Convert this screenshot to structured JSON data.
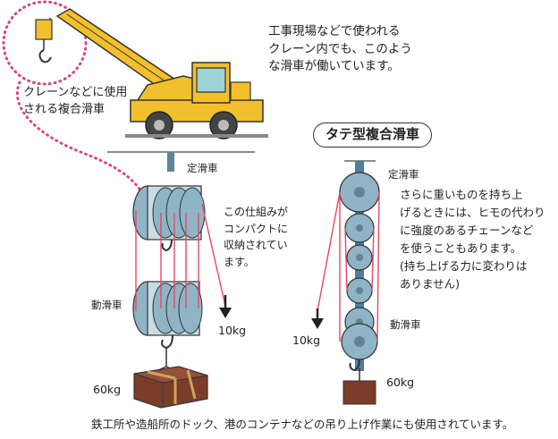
{
  "texts": {
    "top_note": "工事現場などで使われる\nクレーン内でも、このよう\nな滑車が働いています。",
    "crane_note": "クレーンなどに使用\nされる複合滑車",
    "fixed_pulley_left": "定滑車",
    "mechanism_note": "この仕組みが\nコンパクトに\n収納されてい\nます。",
    "moving_pulley_left": "動滑車",
    "weight_10kg_left": "10kg",
    "weight_60kg_left": "60kg",
    "tate_title": "タテ型複合滑車",
    "fixed_pulley_right": "定滑車",
    "heavy_note": "さらに重いものを持ち上\nげるときには、ヒモの代わり\nに強度のあるチェーンなど\nを使うこともあります。\n(持ち上げる力に変わりは\nありません)",
    "moving_pulley_right": "動滑車",
    "weight_10kg_right": "10kg",
    "weight_60kg_right": "60kg",
    "bottom_note": "鉄工所や造船所のドック、港のコンテナなどの吊り上げ作業にも使用されています。"
  },
  "colors": {
    "crane_body": "#f2c02d",
    "crane_cab_window": "#9ed3d8",
    "pulley_fill": "#8fb4c6",
    "pulley_dark": "#5f8496",
    "rope": "#e24a64",
    "dotted_callout": "#d9477a",
    "box_brown": "#7b3d2a",
    "box_strap": "#c9a65c",
    "chain_blue": "#4e7fa0"
  }
}
